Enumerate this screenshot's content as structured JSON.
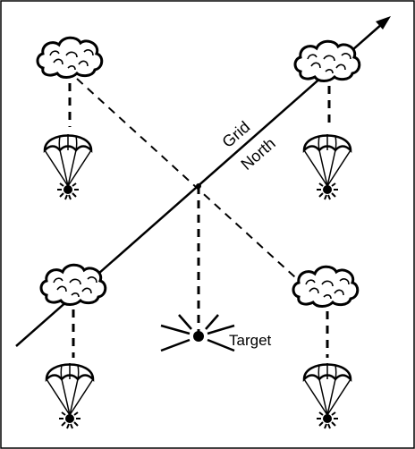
{
  "diagram": {
    "labels": {
      "grid": "Grid",
      "north": "North",
      "target": "Target"
    },
    "groups": [
      {
        "id": "top-left",
        "cloud": "cloud-burst-icon",
        "parachute": "parachute-flare-icon"
      },
      {
        "id": "top-right",
        "cloud": "cloud-burst-icon",
        "parachute": "parachute-flare-icon"
      },
      {
        "id": "bottom-left",
        "cloud": "cloud-burst-icon",
        "parachute": "parachute-flare-icon"
      },
      {
        "id": "bottom-right",
        "cloud": "cloud-burst-icon",
        "parachute": "parachute-flare-icon"
      }
    ],
    "target_icon": "target-burst-icon",
    "colors": {
      "line": "#000000",
      "background": "#ffffff"
    }
  }
}
